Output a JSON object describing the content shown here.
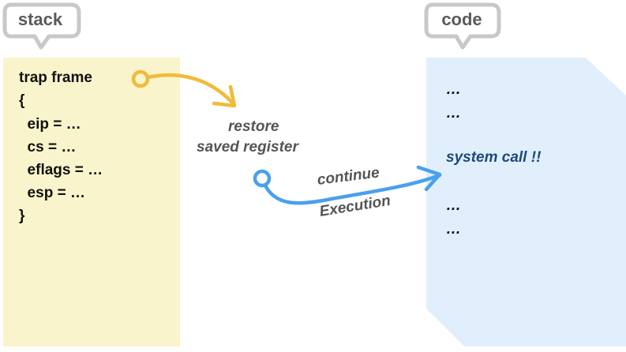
{
  "labels": {
    "stack": "stack",
    "code": "code"
  },
  "stack_panel": {
    "lines": [
      "trap frame",
      "{",
      "  eip = …",
      "  cs = …",
      "  eflags = …",
      "  esp = …",
      "}"
    ]
  },
  "code_panel": {
    "lines": [
      "…",
      "…",
      "system call !!",
      "…",
      "…"
    ]
  },
  "annotations": {
    "restore_line1": "restore",
    "restore_line2": "saved register",
    "continue_line1": "continue",
    "continue_line2": "Execution"
  },
  "colors": {
    "stack_bg": "#faf4cc",
    "code_bg": "#e1effd",
    "yellow_arrow": "#f0bb3a",
    "blue_arrow": "#4aa0ee",
    "syscall_text": "#1d4a7a",
    "bubble_outline": "#c8c8c8"
  }
}
